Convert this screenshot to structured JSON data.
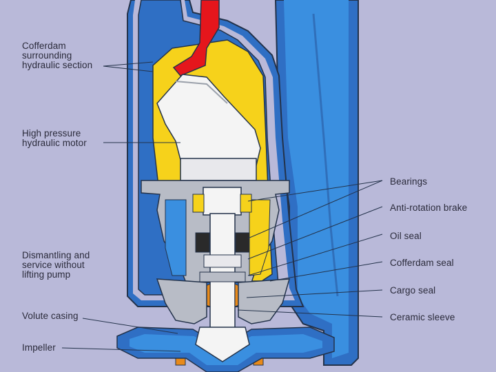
{
  "labels": {
    "cofferdam_hydraulic": [
      "Cofferdam",
      "surrounding",
      "hydraulic section"
    ],
    "hp_motor": [
      "High pressure",
      "hydraulic motor"
    ],
    "dismantling": [
      "Dismantling and",
      "service without",
      "lifting pump"
    ],
    "volute_casing": "Volute casing",
    "impeller": "Impeller",
    "bearings": "Bearings",
    "anti_rotation_brake": "Anti-rotation brake",
    "oil_seal": "Oil seal",
    "cofferdam_seal": "Cofferdam seal",
    "cargo_seal": "Cargo seal",
    "ceramic_sleeve": "Ceramic sleeve"
  },
  "colors": {
    "background": "#b9b9d9",
    "casing_blue": "#2f6fc4",
    "liquid_blue": "#3a8fe0",
    "hydraulic_yellow": "#f6d21b",
    "hydraulic_red": "#e5161c",
    "steel_grey": "#b8bcc6",
    "white_parts": "#f4f4f4",
    "seal_orange": "#e88a1a",
    "line_dark": "#23324a"
  }
}
